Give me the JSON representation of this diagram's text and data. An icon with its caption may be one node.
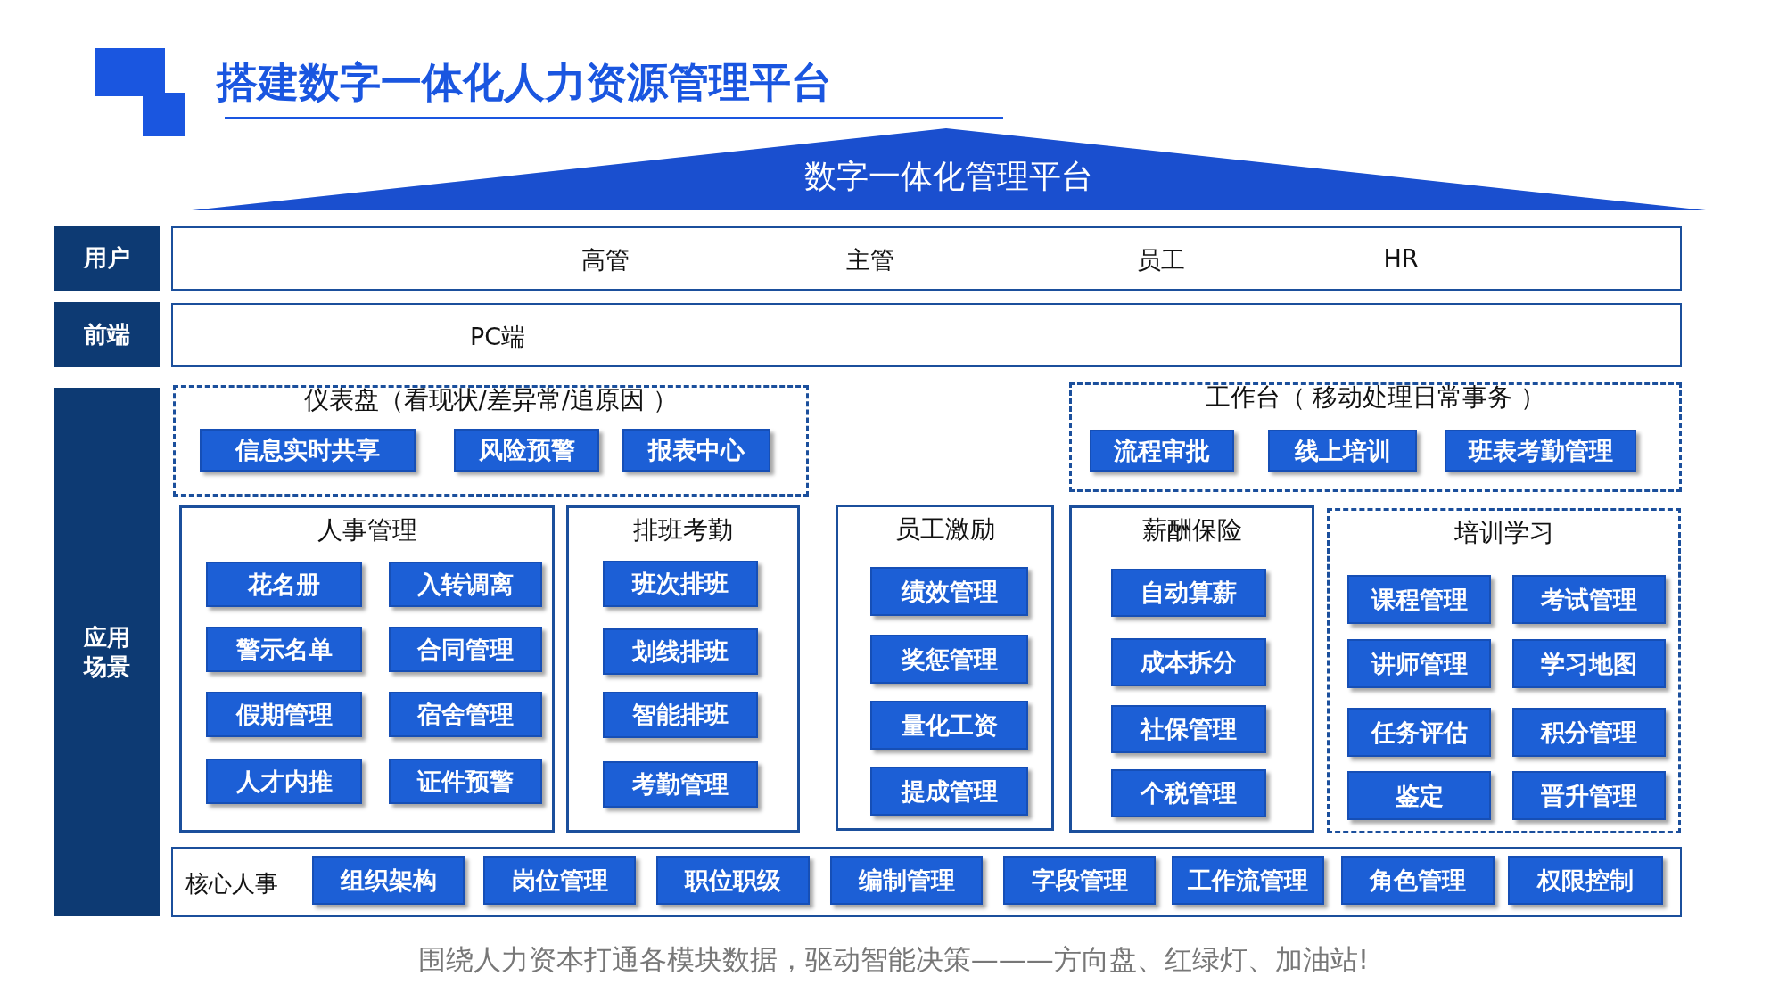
{
  "diagram": {
    "title": "搭建数字一体化人力资源管理平台",
    "caption": "围绕人力资本打通各模块数据，驱动智能决策———方向盘、红绿灯、加油站!",
    "nodes": [
      {
        "text": [
          "数字一体化管理平台"
        ]
      },
      {
        "text": [
          "用户"
        ]
      },
      {
        "text": [
          "高管",
          "主管",
          "员工",
          "HR"
        ]
      },
      {
        "text": [
          "前端"
        ]
      },
      {
        "text": [
          "PC端"
        ]
      },
      {
        "text": [
          "应用场景"
        ]
      },
      {
        "text": [
          "仪表盘（看现状/差异常/追原因 ）"
        ]
      },
      {
        "text": [
          "信息实时共享"
        ],
        "in": 6
      },
      {
        "text": [
          "风险预警"
        ],
        "in": 6
      },
      {
        "text": [
          "报表中心"
        ],
        "in": 6
      },
      {
        "text": [
          "工作台（ 移动处理日常事务 ）"
        ]
      },
      {
        "text": [
          "流程审批"
        ],
        "in": 10
      },
      {
        "text": [
          "线上培训"
        ],
        "in": 10
      },
      {
        "text": [
          "班表考勤管理"
        ],
        "in": 10
      },
      {
        "text": [
          "人事管理"
        ]
      },
      {
        "text": [
          "花名册"
        ],
        "in": 14
      },
      {
        "text": [
          "入转调离"
        ],
        "in": 14
      },
      {
        "text": [
          "警示名单"
        ],
        "in": 14
      },
      {
        "text": [
          "合同管理"
        ],
        "in": 14
      },
      {
        "text": [
          "假期管理"
        ],
        "in": 14
      },
      {
        "text": [
          "宿舍管理"
        ],
        "in": 14
      },
      {
        "text": [
          "人才内推"
        ],
        "in": 14
      },
      {
        "text": [
          "证件预警"
        ],
        "in": 14
      },
      {
        "text": [
          "排班考勤"
        ]
      },
      {
        "text": [
          "班次排班"
        ],
        "in": 23
      },
      {
        "text": [
          "划线排班"
        ],
        "in": 23
      },
      {
        "text": [
          "智能排班"
        ],
        "in": 23
      },
      {
        "text": [
          "考勤管理"
        ],
        "in": 23
      },
      {
        "text": [
          "员工激励"
        ]
      },
      {
        "text": [
          "绩效管理"
        ],
        "in": 28
      },
      {
        "text": [
          "奖惩管理"
        ],
        "in": 28
      },
      {
        "text": [
          "量化工资"
        ],
        "in": 28
      },
      {
        "text": [
          "提成管理"
        ],
        "in": 28
      },
      {
        "text": [
          "薪酬保险"
        ]
      },
      {
        "text": [
          "自动算薪"
        ],
        "in": 33
      },
      {
        "text": [
          "成本拆分"
        ],
        "in": 33
      },
      {
        "text": [
          "社保管理"
        ],
        "in": 33
      },
      {
        "text": [
          "个税管理"
        ],
        "in": 33
      },
      {
        "text": [
          "培训学习"
        ]
      },
      {
        "text": [
          "课程管理"
        ],
        "in": 38
      },
      {
        "text": [
          "考试管理"
        ],
        "in": 38
      },
      {
        "text": [
          "讲师管理"
        ],
        "in": 38
      },
      {
        "text": [
          "学习地图"
        ],
        "in": 38
      },
      {
        "text": [
          "任务评估"
        ],
        "in": 38
      },
      {
        "text": [
          "积分管理"
        ],
        "in": 38
      },
      {
        "text": [
          "鉴定"
        ],
        "in": 38
      },
      {
        "text": [
          "晋升管理"
        ],
        "in": 38
      },
      {
        "text": [
          "核心人事"
        ]
      },
      {
        "text": [
          "组织架构"
        ],
        "in": 47
      },
      {
        "text": [
          "岗位管理"
        ],
        "in": 47
      },
      {
        "text": [
          "职位职级"
        ],
        "in": 47
      },
      {
        "text": [
          "编制管理"
        ],
        "in": 47
      },
      {
        "text": [
          "字段管理"
        ],
        "in": 47
      },
      {
        "text": [
          "工作流管理"
        ],
        "in": 47
      },
      {
        "text": [
          "角色管理"
        ],
        "in": 47
      },
      {
        "text": [
          "权限控制"
        ],
        "in": 47
      }
    ]
  }
}
